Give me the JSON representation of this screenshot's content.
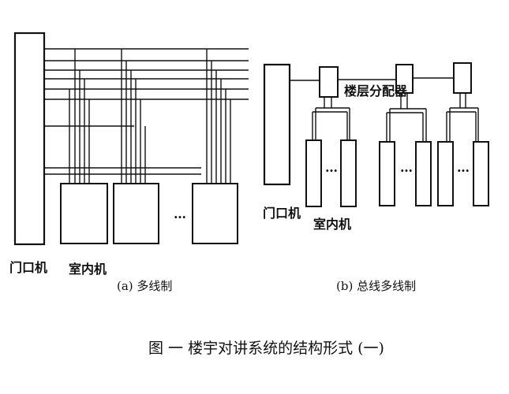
{
  "multi_wire": {
    "door_unit_label": "门口机",
    "indoor_unit_label": "室内机",
    "ellipsis": "…",
    "caption": "(a) 多线制"
  },
  "bus_multi_wire": {
    "door_unit_label": "门口机",
    "indoor_unit_label": "室内机",
    "distributor_label": "楼层分配器",
    "ellipsis": "…",
    "caption": "(b) 总线多线制"
  },
  "figure_title": "图 一  楼宇对讲系统的结构形式 (一)",
  "colors": {
    "line": "#111111",
    "background": "#ffffff"
  }
}
